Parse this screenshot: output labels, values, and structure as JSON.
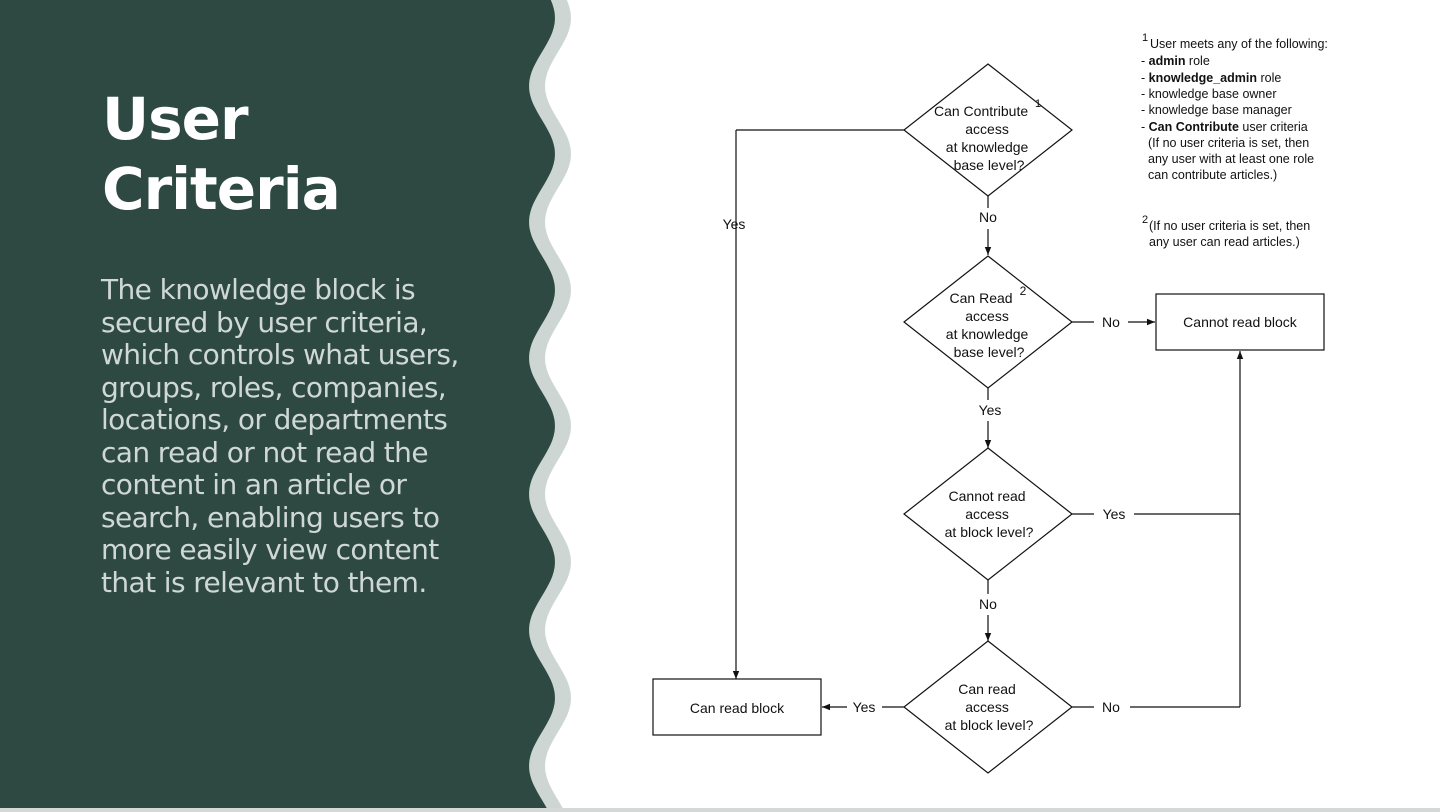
{
  "slide": {
    "title_line1": "User",
    "title_line2": "Criteria",
    "body": "The knowledge block is secured by user criteria, which controls what users, groups, roles, companies, locations, or departments can read or not read the content in an article or search, enabling users to more easily view content that is relevant to them."
  },
  "colors": {
    "panel_bg": "#2e4842",
    "wave_accent": "#cdd6d2",
    "body_text": "#cfd8d5"
  },
  "flowchart": {
    "d1": {
      "lines": [
        "Can Contribute",
        "access",
        "at knowledge",
        "base level?"
      ],
      "sup": "1"
    },
    "d2": {
      "lines": [
        "Can Read",
        "access",
        "at knowledge",
        "base level?"
      ],
      "sup": "2"
    },
    "d3": {
      "lines": [
        "Cannot read",
        "access",
        "at block level?"
      ]
    },
    "d4": {
      "lines": [
        "Can read",
        "access",
        "at block level?"
      ]
    },
    "box_cannot": "Cannot read block",
    "box_can": "Can read block",
    "labels": {
      "d1_yes": "Yes",
      "d1_no": "No",
      "d2_no": "No",
      "d2_yes": "Yes",
      "d3_yes": "Yes",
      "d3_no": "No",
      "d4_yes": "Yes",
      "d4_no": "No"
    },
    "note1": {
      "sup": "1",
      "heading": "User meets any of the following:",
      "item1_bold": "admin",
      "item1_rest": " role",
      "item2_bold": "knowledge_admin",
      "item2_rest": " role",
      "item3": "knowledge base owner",
      "item4": "knowledge base manager",
      "item5_bold": "Can Contribute",
      "item5_rest": " user criteria",
      "paren1": "(If no user criteria is set, then",
      "paren2": "any user with at least one role",
      "paren3": "can contribute articles.)"
    },
    "note2": {
      "sup": "2",
      "line1": "(If no user criteria is set, then",
      "line2": "any user can read articles.)"
    }
  }
}
